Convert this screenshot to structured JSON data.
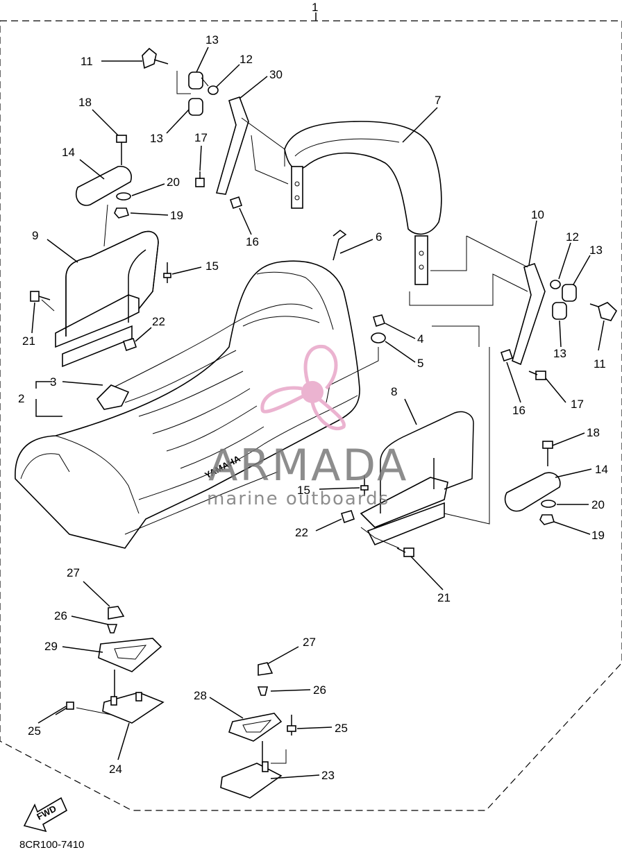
{
  "diagram": {
    "assembly_ref": "1",
    "part_code": "8CR100-7410",
    "direction_arrow": "FWD",
    "brand_on_seat": "YAMAHA",
    "callouts": [
      {
        "id": "c-11a",
        "label": "11"
      },
      {
        "id": "c-13a",
        "label": "13"
      },
      {
        "id": "c-12a",
        "label": "12"
      },
      {
        "id": "c-30",
        "label": "30"
      },
      {
        "id": "c-7",
        "label": "7"
      },
      {
        "id": "c-18a",
        "label": "18"
      },
      {
        "id": "c-13b",
        "label": "13"
      },
      {
        "id": "c-17a",
        "label": "17"
      },
      {
        "id": "c-14a",
        "label": "14"
      },
      {
        "id": "c-20a",
        "label": "20"
      },
      {
        "id": "c-19a",
        "label": "19"
      },
      {
        "id": "c-16a",
        "label": "16"
      },
      {
        "id": "c-9",
        "label": "9"
      },
      {
        "id": "c-6",
        "label": "6"
      },
      {
        "id": "c-10",
        "label": "10"
      },
      {
        "id": "c-12b",
        "label": "12"
      },
      {
        "id": "c-13c",
        "label": "13"
      },
      {
        "id": "c-15a",
        "label": "15"
      },
      {
        "id": "c-21a",
        "label": "21"
      },
      {
        "id": "c-22a",
        "label": "22"
      },
      {
        "id": "c-4",
        "label": "4"
      },
      {
        "id": "c-13d",
        "label": "13"
      },
      {
        "id": "c-11b",
        "label": "11"
      },
      {
        "id": "c-5",
        "label": "5"
      },
      {
        "id": "c-3",
        "label": "3"
      },
      {
        "id": "c-2",
        "label": "2"
      },
      {
        "id": "c-16b",
        "label": "16"
      },
      {
        "id": "c-17b",
        "label": "17"
      },
      {
        "id": "c-8",
        "label": "8"
      },
      {
        "id": "c-18b",
        "label": "18"
      },
      {
        "id": "c-14b",
        "label": "14"
      },
      {
        "id": "c-15b",
        "label": "15"
      },
      {
        "id": "c-20b",
        "label": "20"
      },
      {
        "id": "c-22b",
        "label": "22"
      },
      {
        "id": "c-19b",
        "label": "19"
      },
      {
        "id": "c-21b",
        "label": "21"
      },
      {
        "id": "c-27a",
        "label": "27"
      },
      {
        "id": "c-26a",
        "label": "26"
      },
      {
        "id": "c-29",
        "label": "29"
      },
      {
        "id": "c-27b",
        "label": "27"
      },
      {
        "id": "c-26b",
        "label": "26"
      },
      {
        "id": "c-28",
        "label": "28"
      },
      {
        "id": "c-25a",
        "label": "25"
      },
      {
        "id": "c-25b",
        "label": "25"
      },
      {
        "id": "c-24",
        "label": "24"
      },
      {
        "id": "c-23",
        "label": "23"
      }
    ]
  },
  "watermark": {
    "title": "ARMADA",
    "subtitle": "marine outboards",
    "logo_color": "#e8a6c8",
    "text_color": "#7a7a7a"
  }
}
